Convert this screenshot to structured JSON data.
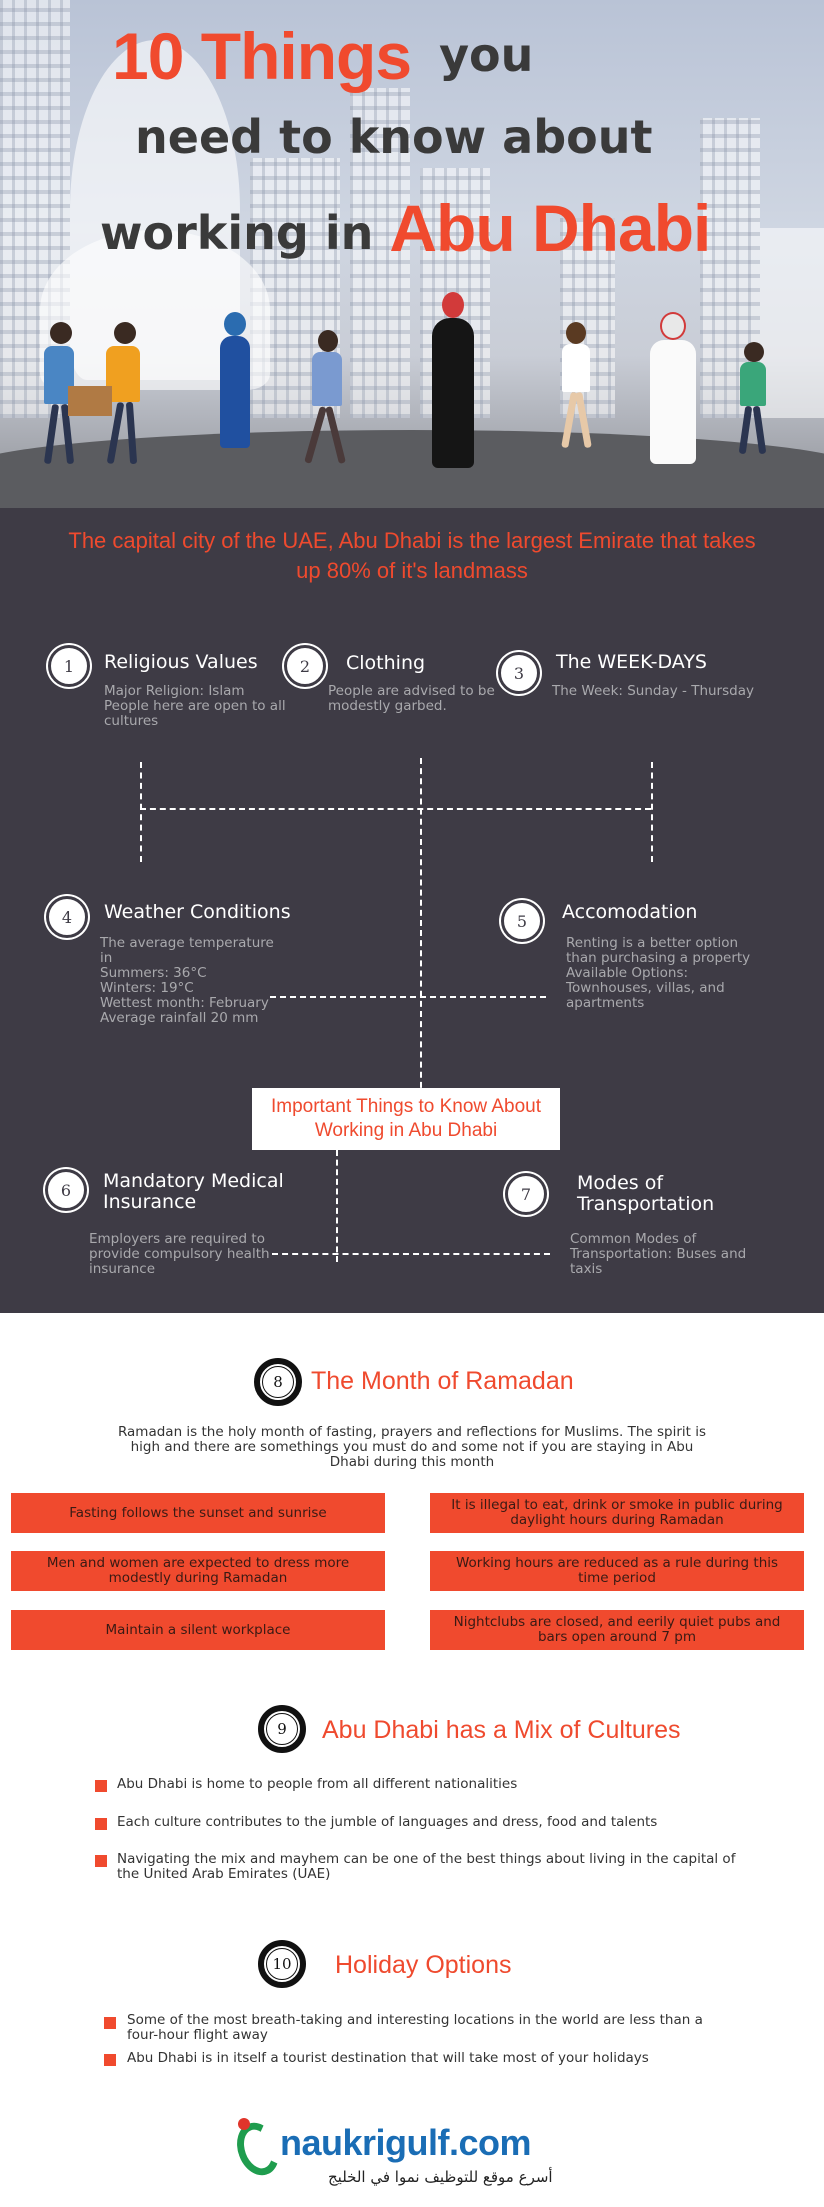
{
  "header": {
    "line1_red": "10 Things",
    "line1_dark": "you",
    "line2": "need to know about",
    "line3_dark": "working in",
    "line3_red": "Abu Dhabi"
  },
  "tagline": "The capital city of the UAE, Abu Dhabi is the largest Emirate that takes up 80% of it's landmass",
  "items": [
    {
      "num": "1",
      "title": "Religious Values",
      "text": "Major Religion: Islam\nPeople here are open to all cultures"
    },
    {
      "num": "2",
      "title": "Clothing",
      "text": "People are advised to be modestly garbed."
    },
    {
      "num": "3",
      "title": "The WEEK-DAYS",
      "text": "The Week: Sunday - Thursday"
    },
    {
      "num": "4",
      "title": "Weather Conditions",
      "text": "The average temperature in\nSummers: 36°C\nWinters: 19°C\nWettest month: February\nAverage rainfall 20 mm"
    },
    {
      "num": "5",
      "title": "Accomodation",
      "text": "Renting is a better option than purchasing a property\nAvailable Options: Townhouses, villas, and apartments"
    },
    {
      "num": "6",
      "title": "Mandatory Medical Insurance",
      "text": "Employers are required to provide compulsory health insurance"
    },
    {
      "num": "7",
      "title": "Modes of Transportation",
      "text": "Common Modes of Transportation: Buses and taxis"
    }
  ],
  "center_box": "Important Things to Know About Working in Abu Dhabi",
  "ramadan": {
    "num": "8",
    "title": "The Month of Ramadan",
    "intro": "Ramadan is the holy month of fasting, prayers and reflections for Muslims. The spirit is high and there are somethings you must do and some not if you are staying in Abu Dhabi during this month",
    "boxes": [
      "Fasting follows the sunset and sunrise",
      "It is illegal to eat, drink or smoke in public during daylight hours during Ramadan",
      "Men and women are expected to dress more modestly during Ramadan",
      "Working hours are reduced as a rule during this time period",
      "Maintain a silent workplace",
      "Nightclubs are closed, and eerily quiet pubs and bars open around 7 pm"
    ]
  },
  "cultures": {
    "num": "9",
    "title": "Abu Dhabi has a Mix of Cultures",
    "bullets": [
      "Abu Dhabi is home to people from all different nationalities",
      "Each culture contributes to the jumble of languages and dress, food and talents",
      "Navigating the mix and mayhem can be one of the best things about living in the capital of the United Arab Emirates (UAE)"
    ]
  },
  "holiday": {
    "num": "10",
    "title": "Holiday Options",
    "bullets": [
      "Some of the most breath-taking and interesting locations in the world are less than a four-hour flight away",
      "Abu Dhabi is in itself a tourist destination that will take most of your holidays"
    ]
  },
  "logo": {
    "word": "naukrigulf.com",
    "arabic": "أسرع موقع للتوظيف نموا في الخليج"
  },
  "colors": {
    "accent": "#f04a2e",
    "dark": "#3e3b45",
    "logo_blue": "#1a6db5",
    "logo_green": "#1f9d4e"
  }
}
